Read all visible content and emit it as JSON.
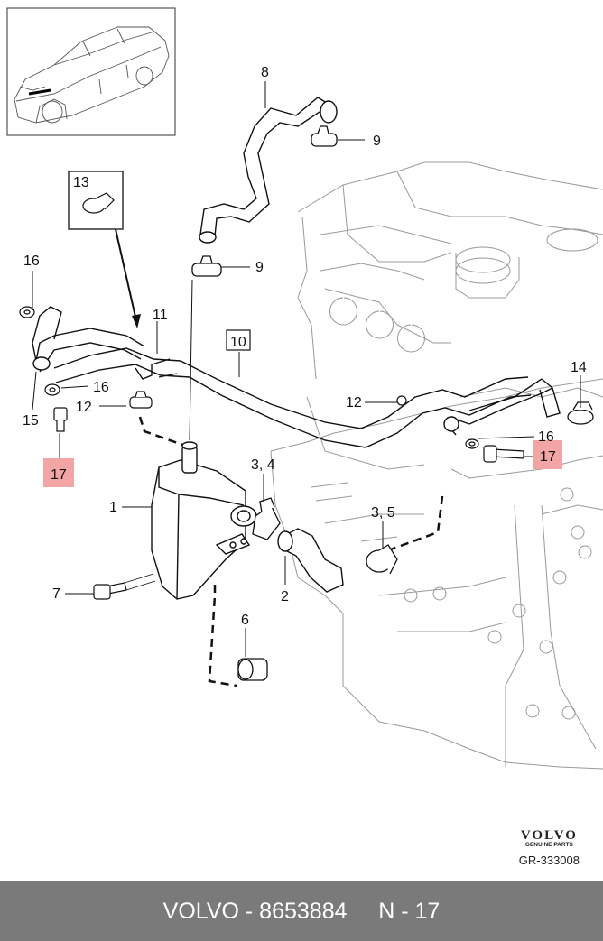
{
  "callouts": {
    "c1": "1",
    "c2": "2",
    "c34a": "3, 4",
    "c35": "3, 5",
    "c6": "6",
    "c7": "7",
    "c8": "8",
    "c9a": "9",
    "c9b": "9",
    "c10": "10",
    "c11": "11",
    "c12a": "12",
    "c12b": "12",
    "c13": "13",
    "c14": "14",
    "c15": "15",
    "c16a": "16",
    "c16b": "16",
    "c16c": "16",
    "c17a": "17",
    "c17b": "17"
  },
  "brand": {
    "logo_text": "VOLVO",
    "sub_text": "GENUINE PARTS",
    "ref_code": "GR-333008"
  },
  "footer": {
    "text": "VOLVO - 8653884     N - 17"
  },
  "colors": {
    "highlight": "#f3a5a5",
    "footer_bg": "#7a7a7a",
    "line": "#111111",
    "engine_line": "#9a9a9a"
  }
}
